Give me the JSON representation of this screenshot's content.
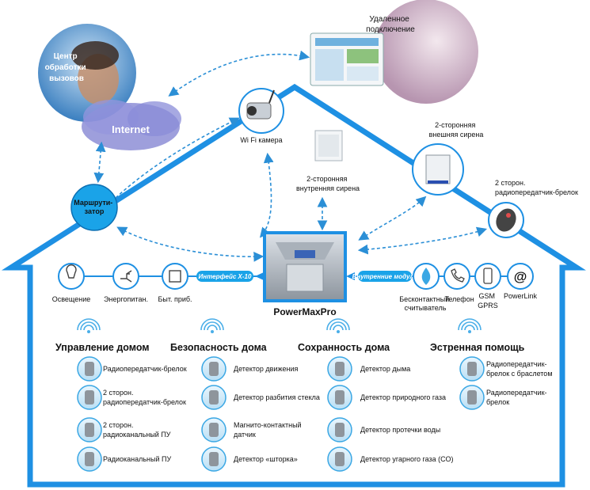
{
  "colors": {
    "house": "#1e90e3",
    "accent": "#1aa3e8",
    "arrow": "#2b8fd6",
    "bubble_bg": "#e9f4fb"
  },
  "top": {
    "call_center": [
      "Центр",
      "обработки",
      "вызовов"
    ],
    "internet": "Internet",
    "remote": [
      "Удаленное",
      "подключение"
    ],
    "router": [
      "Маршрути-",
      "затор"
    ],
    "wifi_camera": "Wi Fi камера",
    "internal_siren": [
      "2-сторонняя",
      "внутренняя сирена"
    ],
    "external_siren": [
      "2-сторонняя",
      "внешняя сирена"
    ],
    "keyfob_top": [
      "2 сторон.",
      "радиопередатчик-брелок"
    ]
  },
  "hub": {
    "name": "PowerMaxPro",
    "x10_interface": "Интерфейс X-10",
    "internal_module": "Внутренние модули"
  },
  "x10_devices": [
    "Освещение",
    "Энергопитан.",
    "Быт. приб."
  ],
  "internal_modules": [
    {
      "icon": "proximity-reader-icon",
      "label": [
        "Бесконтактный",
        "считыватель"
      ]
    },
    {
      "icon": "telephone-icon",
      "label": [
        "Телефон"
      ]
    },
    {
      "icon": "gsm-phone-icon",
      "label": [
        "GSM",
        "GPRS"
      ]
    },
    {
      "icon": "at-sign-icon",
      "label": [
        "PowerLink"
      ]
    }
  ],
  "categories": [
    {
      "title": "Управление домом",
      "items": [
        [
          "Радиопередатчик-брелок"
        ],
        [
          "2 сторон.",
          "радиопередатчик-брелок"
        ],
        [
          "2 сторон.",
          "радиоканальный ПУ"
        ],
        [
          "Радиоканальный ПУ"
        ]
      ]
    },
    {
      "title": "Безопасность дома",
      "items": [
        [
          "Детектор движения"
        ],
        [
          "Детектор разбития стекла"
        ],
        [
          "Магнито-контактный",
          "датчик"
        ],
        [
          "Детектор «шторка»"
        ]
      ]
    },
    {
      "title": "Сохранность дома",
      "items": [
        [
          "Детектор дыма"
        ],
        [
          "Детектор природного газа"
        ],
        [
          "Детектор протечки воды"
        ],
        [
          "Детектор угарного газа (СО)"
        ]
      ]
    },
    {
      "title": "Эстренная помощь",
      "items": [
        [
          "Радиопередатчик-",
          "брелок с браслетом"
        ],
        [
          "Радиопередатчик-",
          "брелок"
        ]
      ]
    }
  ]
}
